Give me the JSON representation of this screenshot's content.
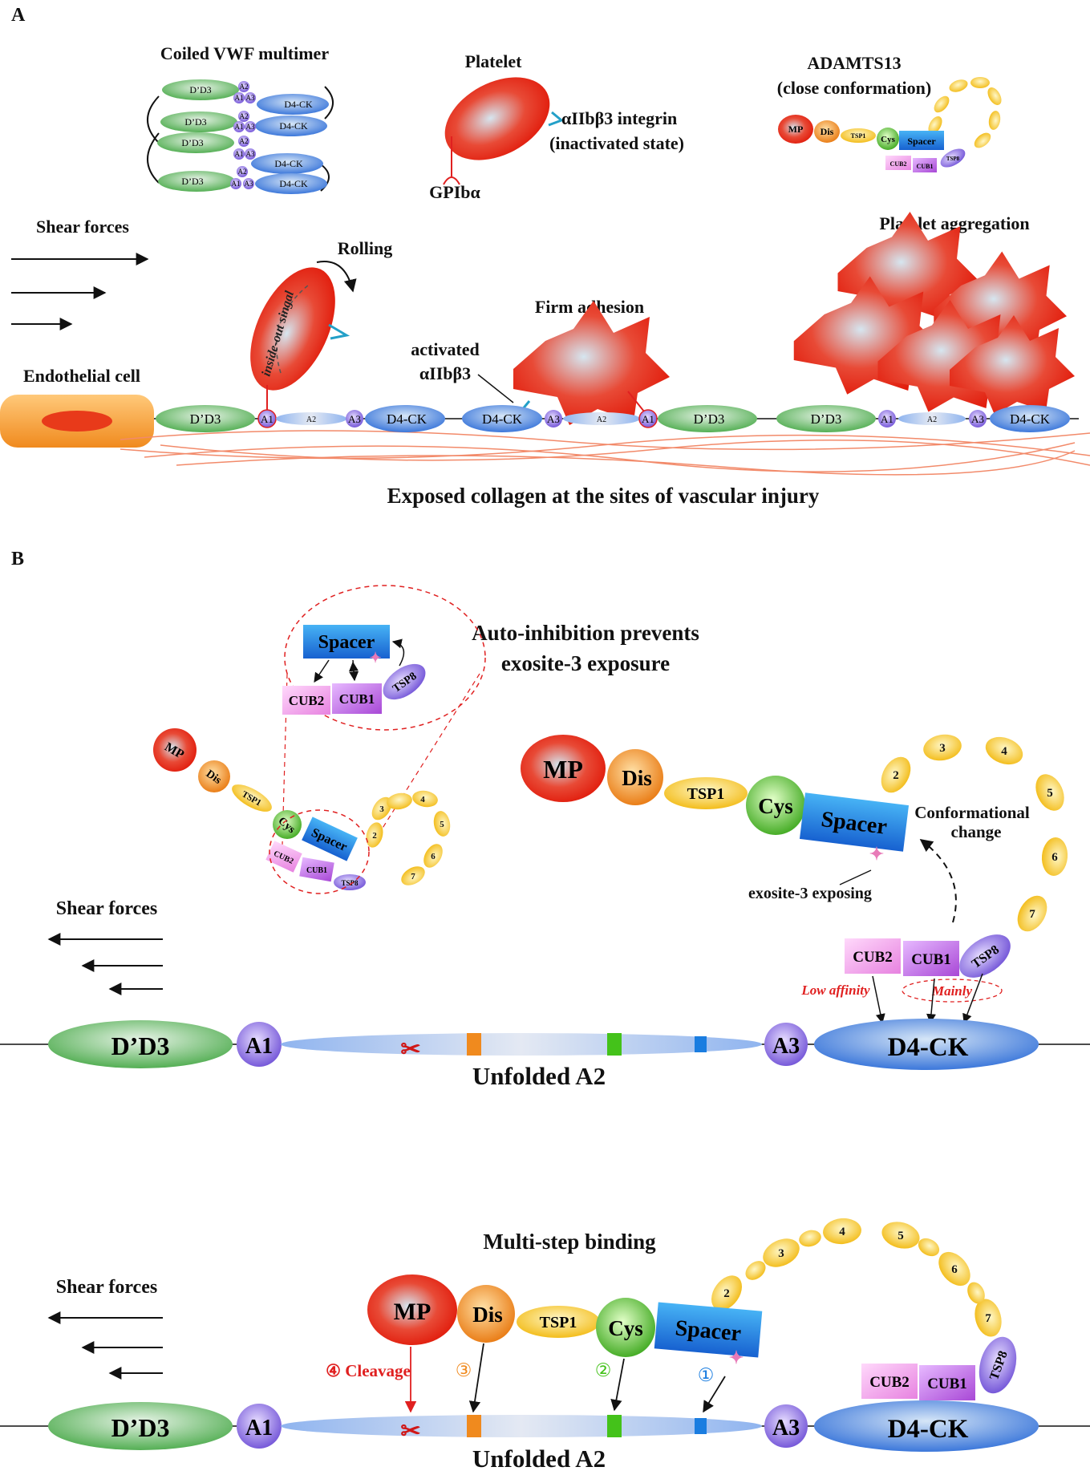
{
  "panel_a": {
    "letter": "A",
    "coiled_vwf_title": "Coiled VWF multimer",
    "platelet_title": "Platelet",
    "integrin_line1": "αIIbβ3 integrin",
    "integrin_line2": "(inactivated state)",
    "gpib": "GPIbα",
    "adamts_title_line1": "ADAMTS13",
    "adamts_title_line2": "(close conformation)",
    "shear": "Shear forces",
    "rolling": "Rolling",
    "inside_out": "inside-out singal",
    "firm_adhesion": "Firm adhesion",
    "activated_line1": "activated",
    "activated_line2": "αIIbβ3",
    "aggregation": "Platelet aggregation",
    "endothelial": "Endothelial cell",
    "collagen": "Exposed collagen at the sites of vascular injury"
  },
  "panel_b": {
    "letter": "B",
    "autoinhibition_line1": "Auto-inhibition prevents",
    "autoinhibition_line2": "exosite-3 exposure",
    "shear": "Shear forces",
    "conformational_line1": "Conformational",
    "conformational_line2": "change",
    "exosite": "exosite-3 exposing",
    "low_affinity": "Low affinity",
    "mainly": "Mainly",
    "unfolded": "Unfolded A2",
    "multistep": "Multi-step binding",
    "step4": "④ Cleavage",
    "step3": "③",
    "step2": "②",
    "step1": "①"
  },
  "domains": {
    "dd3": "D’D3",
    "a1": "A1",
    "a2": "A2",
    "a3": "A3",
    "d4ck": "D4-CK",
    "mp": "MP",
    "dis": "Dis",
    "tsp1": "TSP1",
    "cys": "Cys",
    "spacer": "Spacer",
    "cub1": "CUB1",
    "cub2": "CUB2",
    "tsp8": "TSP8",
    "tsp_numbers": [
      "2",
      "3",
      "4",
      "5",
      "6",
      "7"
    ]
  },
  "colors": {
    "platelet_red": "#e8301e",
    "vwf_green": "#5cb85c",
    "vwf_blue": "#3a7be0",
    "a_domain_purple": "#8a6ee6",
    "tsp_yellow": "#f5c518",
    "cub_pink": "#e87de0",
    "cub_purple": "#b24fd6",
    "endothelial_orange": "#f08a1e",
    "collagen": "#f28a6a",
    "site_orange": "#f08a1e",
    "site_green": "#44c21a",
    "site_blue": "#1a7de0"
  }
}
